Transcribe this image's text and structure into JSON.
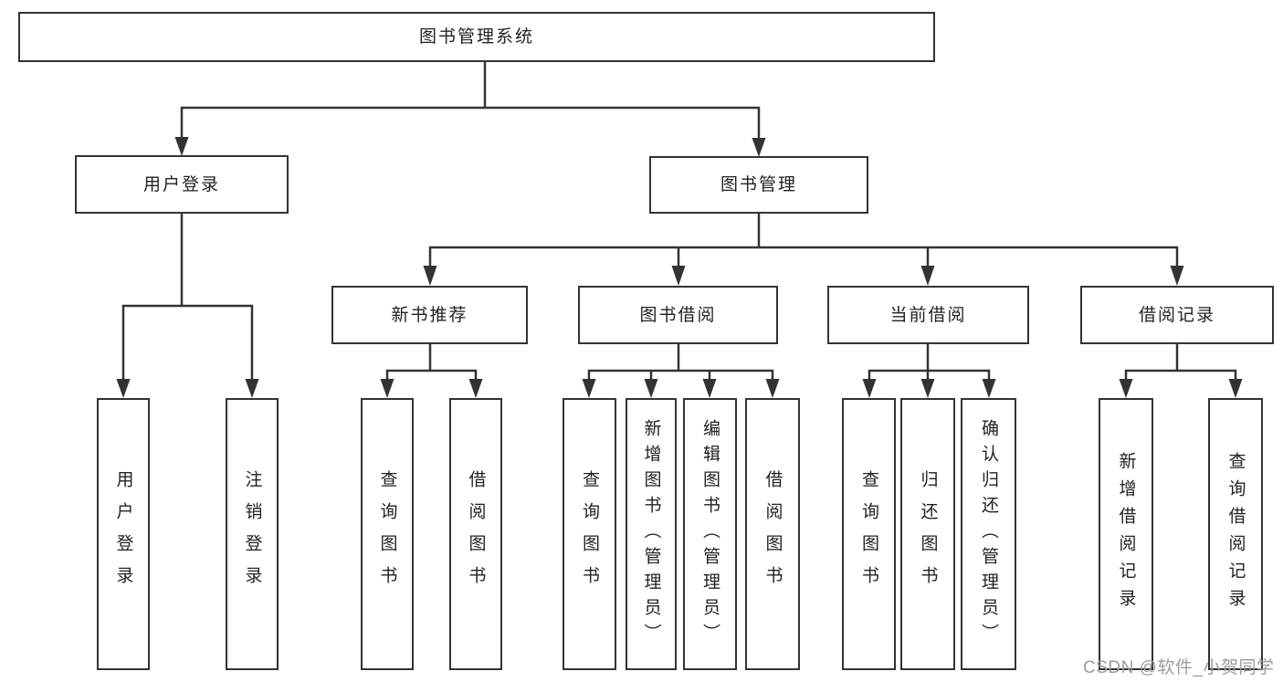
{
  "tree": {
    "label": "图书管理系统",
    "children": [
      {
        "label": "用户登录",
        "children": [
          {
            "label": "用户登录"
          },
          {
            "label": "注销登录"
          }
        ]
      },
      {
        "label": "图书管理",
        "children": [
          {
            "label": "新书推荐",
            "children": [
              {
                "label": "查询图书"
              },
              {
                "label": "借阅图书"
              }
            ]
          },
          {
            "label": "图书借阅",
            "children": [
              {
                "label": "查询图书"
              },
              {
                "label": "新增图书（管理员）"
              },
              {
                "label": "编辑图书（管理员）"
              },
              {
                "label": "借阅图书"
              }
            ]
          },
          {
            "label": "当前借阅",
            "children": [
              {
                "label": "查询图书"
              },
              {
                "label": "归还图书"
              },
              {
                "label": "确认归还（管理员）"
              }
            ]
          },
          {
            "label": "借阅记录",
            "children": [
              {
                "label": "新增借阅记录"
              },
              {
                "label": "查询借阅记录"
              }
            ]
          }
        ]
      }
    ]
  },
  "watermark": {
    "text": "CSDN @软件_小贺同学"
  },
  "colors": {
    "line": "#333333",
    "text": "#222222",
    "box_fill": "#ffffff",
    "background": "#ffffff",
    "watermark": "#9b9b9b"
  }
}
